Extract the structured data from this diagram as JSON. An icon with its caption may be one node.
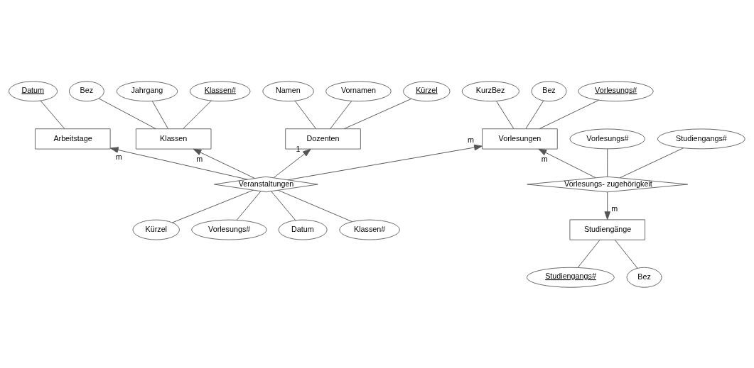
{
  "diagram": {
    "nodes": [
      {
        "text": [
          "Klassen#"
        ]
      },
      {
        "text": [
          "Bez"
        ]
      },
      {
        "text": [
          "Jahrgang"
        ]
      },
      {
        "text": [
          "Vorlesungs#"
        ]
      },
      {
        "text": [
          "KurzBez"
        ]
      },
      {
        "text": [
          "Bez"
        ]
      },
      {
        "text": [
          "Kürzel"
        ]
      },
      {
        "text": [
          "Namen"
        ]
      },
      {
        "text": [
          "Vornamen"
        ]
      },
      {
        "text": [
          "Klassen"
        ]
      },
      {
        "text": [
          "Vorlesungen"
        ]
      },
      {
        "text": [
          "Dozenten"
        ]
      },
      {
        "text": [
          "Datum"
        ]
      },
      {
        "text": [
          "Vorlesungs#"
        ]
      },
      {
        "text": [
          "Arbeitstage"
        ]
      },
      {
        "text": [
          "Studiengangs#"
        ]
      },
      {
        "text": [
          "Vorlesungs- zugehörigkeit"
        ]
      },
      {
        "text": [
          "Veranstaltungen"
        ]
      },
      {
        "text": [
          "Klassen#"
        ]
      },
      {
        "text": [
          "Kürzel"
        ]
      },
      {
        "text": [
          "Vorlesungs#"
        ]
      },
      {
        "text": [
          "Datum"
        ]
      },
      {
        "text": [
          "Studiengänge"
        ]
      },
      {
        "text": [
          "Studiengangs#"
        ]
      },
      {
        "text": [
          "Bez"
        ]
      }
    ],
    "edges": [
      {
        "from": 0,
        "to": 9,
        "arrow": "none"
      },
      {
        "from": 1,
        "to": 9,
        "arrow": "none"
      },
      {
        "from": 2,
        "to": 9,
        "arrow": "none"
      },
      {
        "from": 3,
        "to": 10,
        "arrow": "none"
      },
      {
        "from": 4,
        "to": 10,
        "arrow": "none"
      },
      {
        "from": 5,
        "to": 10,
        "arrow": "none"
      },
      {
        "from": 6,
        "to": 11,
        "arrow": "none"
      },
      {
        "from": 7,
        "to": 11,
        "arrow": "none"
      },
      {
        "from": 8,
        "to": 11,
        "arrow": "none"
      },
      {
        "from": 12,
        "to": 14,
        "arrow": "none"
      },
      {
        "from": 17,
        "to": 9,
        "arrow": "to",
        "label": "m"
      },
      {
        "from": 17,
        "to": 10,
        "arrow": "to",
        "label": "m"
      },
      {
        "from": 17,
        "to": 11,
        "arrow": "to",
        "label": "1"
      },
      {
        "from": 17,
        "to": 14,
        "arrow": "to",
        "label": "m"
      },
      {
        "from": 16,
        "to": 10,
        "arrow": "to",
        "label": "m"
      },
      {
        "from": 13,
        "to": 16,
        "arrow": "none"
      },
      {
        "from": 15,
        "to": 16,
        "arrow": "none"
      },
      {
        "from": 16,
        "to": 22,
        "arrow": "to",
        "label": "m"
      },
      {
        "from": 17,
        "to": 18,
        "arrow": "none"
      },
      {
        "from": 17,
        "to": 20,
        "arrow": "none"
      },
      {
        "from": 17,
        "to": 21,
        "arrow": "none"
      },
      {
        "from": 17,
        "to": 19,
        "arrow": "none"
      },
      {
        "from": 22,
        "to": 23,
        "arrow": "none"
      },
      {
        "from": 22,
        "to": 24,
        "arrow": "none"
      }
    ]
  }
}
